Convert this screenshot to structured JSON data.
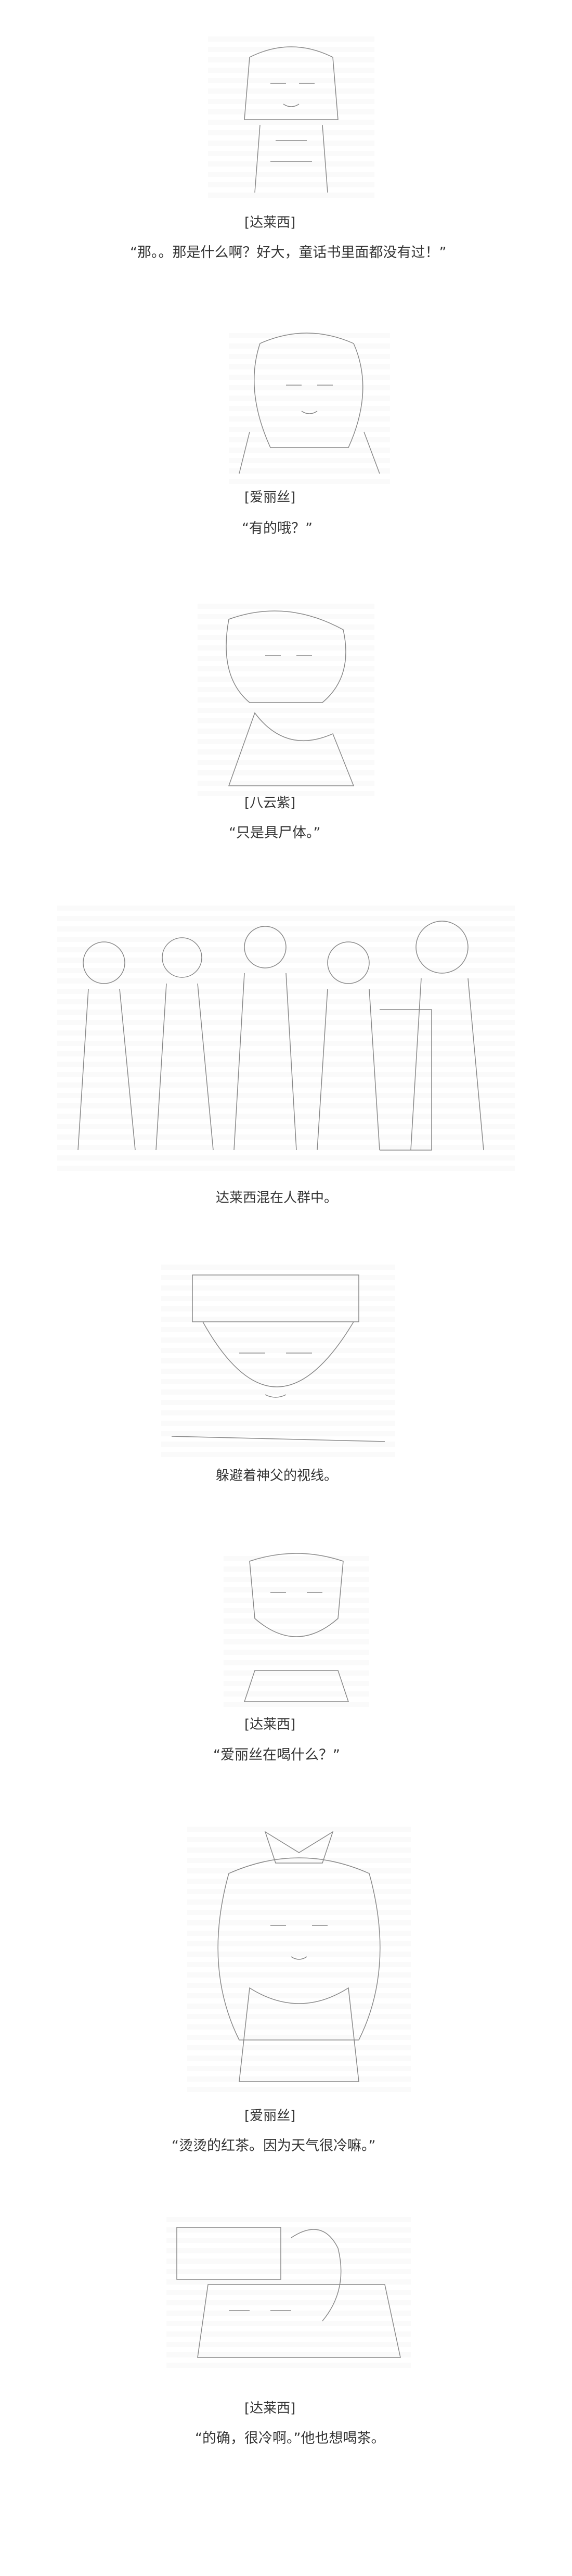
{
  "scenes": [
    {
      "speaker": "[达莱西]",
      "line": "“那。。那是什么啊？好大，童话书里面都没有过！”"
    },
    {
      "speaker": "[爱丽丝]",
      "line": "“有的哦？”"
    },
    {
      "speaker": "[八云紫]",
      "line": "“只是具尸体。”"
    },
    {
      "narration": "达莱西混在人群中。"
    },
    {
      "narration": "躲避着神父的视线。"
    },
    {
      "speaker": "[达莱西]",
      "line": "“爱丽丝在喝什么？”"
    },
    {
      "speaker": "[爱丽丝]",
      "line": "“烫烫的红茶。因为天气很冷嘛。”"
    },
    {
      "speaker": "[达莱西]",
      "line": "“的确，很冷啊。”他也想喝茶。"
    }
  ],
  "colors": {
    "text": "#333333",
    "art": "#777777",
    "background": "#ffffff"
  }
}
